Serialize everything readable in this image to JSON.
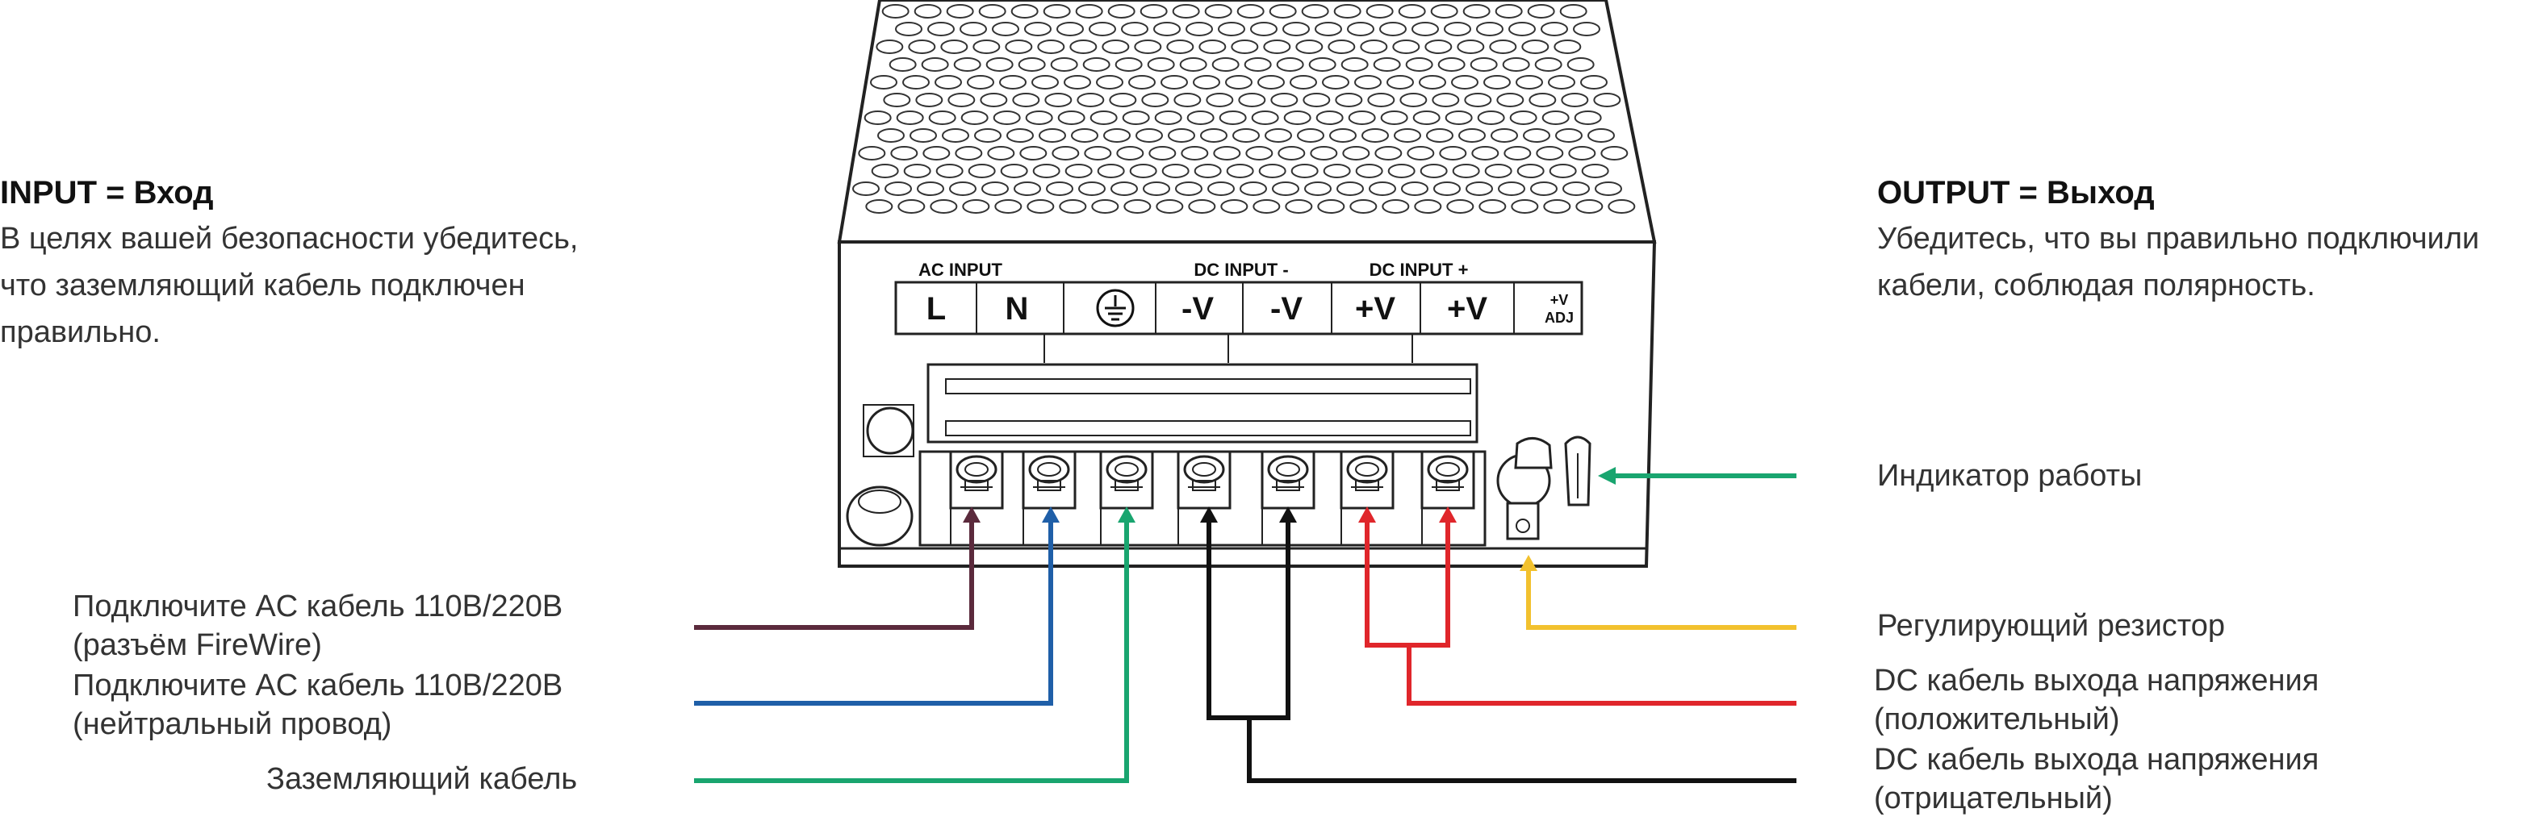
{
  "left": {
    "heading": "INPUT = Вход",
    "desc": [
      "В целях вашей безопасности убедитесь,",
      "что заземляющий кабель подключен",
      "правильно."
    ]
  },
  "right": {
    "heading": "OUTPUT = Выход",
    "desc": [
      "Убедитесь, что вы правильно подключили",
      "кабели, соблюдая полярность."
    ]
  },
  "panel": {
    "group_labels": [
      "AC INPUT",
      "DC INPUT -",
      "DC INPUT +"
    ],
    "terminals": [
      "L",
      "N",
      "⏚",
      "-V",
      "-V",
      "+V",
      "+V"
    ],
    "adj_top": "+V",
    "adj_bottom": "ADJ"
  },
  "callouts": {
    "ac_l": [
      "Подключите AC кабель 110В/220В",
      "(разъём FireWire)"
    ],
    "ac_n": [
      "Подключите AC кабель 110В/220В",
      "(нейтральный провод)"
    ],
    "ground": "Заземляющий кабель",
    "indicator": "Индикатор работы",
    "resistor": "Регулирующий резистор",
    "dc_plus": [
      "DC кабель выхода напряжения",
      "(положительный)"
    ],
    "dc_minus": [
      "DC кабель выхода напряжения",
      "(отрицательный)"
    ]
  },
  "colors": {
    "ac_l_wire": "#5b2a3c",
    "ac_n_wire": "#1f5fa8",
    "ground_wire": "#19a56f",
    "indicator_wire": "#19a56f",
    "resistor_wire": "#f2c12e",
    "dc_plus_wire": "#e0262b",
    "dc_minus_wire": "#111111"
  }
}
